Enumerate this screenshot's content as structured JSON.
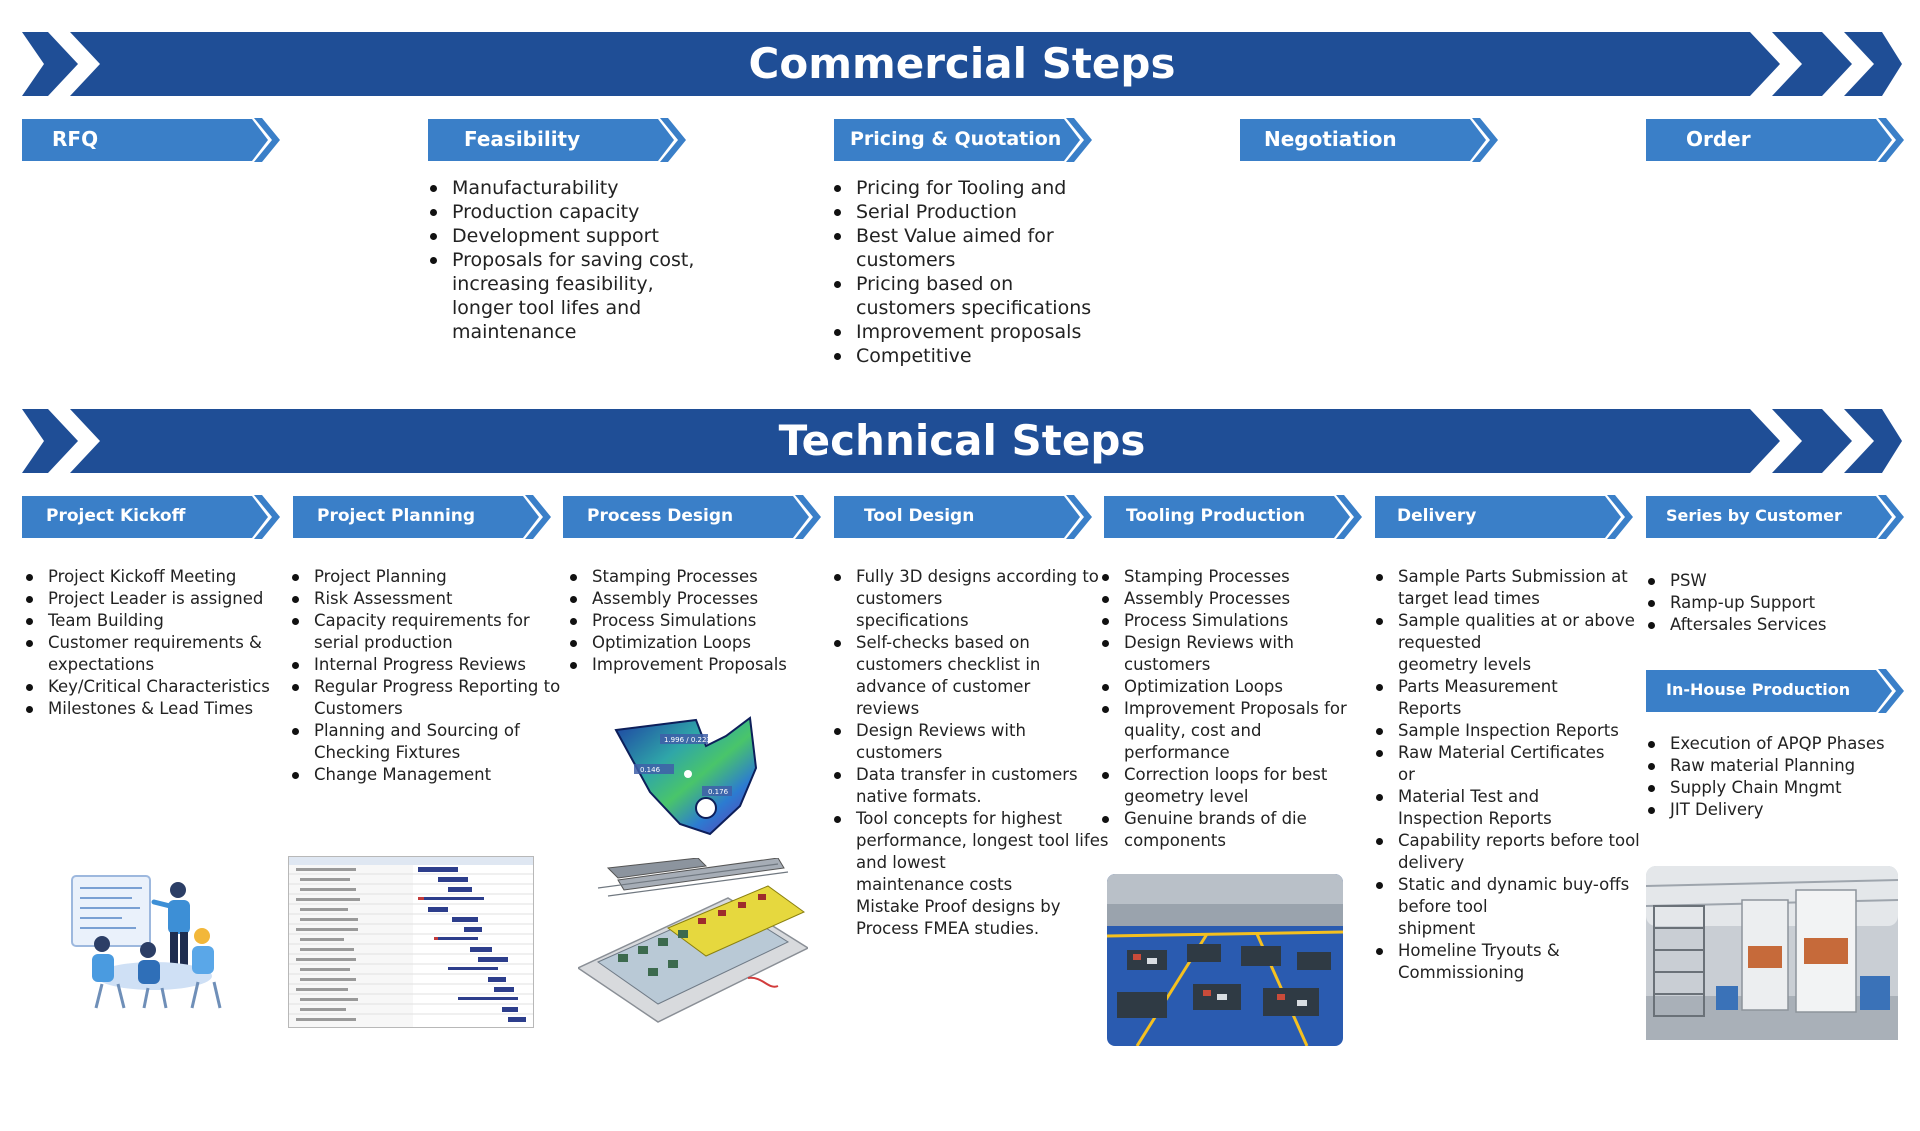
{
  "colors": {
    "banner": "#1f4e96",
    "step": "#3a7fc8"
  },
  "commercial": {
    "title": "Commercial Steps",
    "steps": [
      {
        "label": "RFQ",
        "bullets": []
      },
      {
        "label": "Feasibility",
        "bullets": [
          "Manufacturability",
          "Production capacity",
          "Development support",
          "Proposals for saving cost,",
          "increasing feasibility,",
          "longer tool lifes and",
          "maintenance"
        ]
      },
      {
        "label": "Pricing & Quotation",
        "bullets": [
          "Pricing for Tooling and",
          "Serial Production",
          "Best Value aimed for",
          "customers",
          "Pricing based on",
          "customers specifications",
          "Improvement proposals",
          "Competitive"
        ]
      },
      {
        "label": "Negotiation",
        "bullets": []
      },
      {
        "label": "Order",
        "bullets": []
      }
    ]
  },
  "technical": {
    "title": "Technical Steps",
    "steps": [
      {
        "label": "Project Kickoff",
        "bullets": [
          "Project Kickoff Meeting",
          "Project Leader is assigned",
          "Team Building",
          "Customer requirements &",
          "expectations",
          "Key/Critical Characteristics",
          "Milestones & Lead Times"
        ]
      },
      {
        "label": "Project Planning",
        "bullets": [
          "Project Planning",
          "Risk Assessment",
          "Capacity requirements for",
          "serial production",
          "Internal Progress Reviews",
          "Regular Progress Reporting to",
          "Customers",
          "Planning and Sourcing of",
          "Checking Fixtures",
          "Change Management"
        ]
      },
      {
        "label": "Process Design",
        "bullets": [
          "Stamping Processes",
          "Assembly Processes",
          "Process Simulations",
          "Optimization Loops",
          "Improvement Proposals"
        ]
      },
      {
        "label": "Tool Design",
        "bullets": [
          "Fully 3D designs according to",
          "customers",
          "specifications",
          "Self-checks based on",
          "customers checklist in",
          "advance of customer",
          "reviews",
          "Design Reviews with",
          "customers",
          "Data transfer in customers",
          "native formats.",
          "Tool concepts for highest",
          "performance, longest tool lifes",
          "and lowest",
          "maintenance costs",
          "Mistake Proof designs by",
          "Process FMEA studies."
        ]
      },
      {
        "label": "Tooling Production",
        "bullets": [
          "Stamping Processes",
          "Assembly Processes",
          "Process Simulations",
          "Design Reviews with",
          "customers",
          "Optimization Loops",
          "Improvement Proposals for",
          "quality, cost and",
          "performance",
          "Correction loops for best",
          "geometry level",
          "Genuine brands of die",
          "components"
        ]
      },
      {
        "label": "Delivery",
        "bullets": [
          "Sample Parts Submission at",
          "target lead times",
          "Sample qualities at or above",
          "requested",
          "geometry levels",
          "Parts Measurement",
          "Reports",
          "Sample Inspection Reports",
          "Raw Material Certificates",
          "or",
          "Material Test and",
          "Inspection Reports",
          "Capability reports before tool",
          "delivery",
          "Static and dynamic buy-offs",
          "before tool",
          "shipment",
          "Homeline Tryouts &",
          "Commissioning"
        ]
      },
      {
        "label": "Series by Customer",
        "bullets": [
          "PSW",
          "Ramp-up Support",
          "Aftersales Services"
        ]
      }
    ],
    "inhouse": {
      "label": "In-House Production",
      "bullets": [
        "Execution of APQP Phases",
        "Raw material Planning",
        "Supply Chain Mngmt",
        "JIT Delivery"
      ]
    }
  },
  "figures": {
    "simulation_labels": [
      "1.996 / 0.223",
      "0.146",
      "0.176"
    ]
  }
}
